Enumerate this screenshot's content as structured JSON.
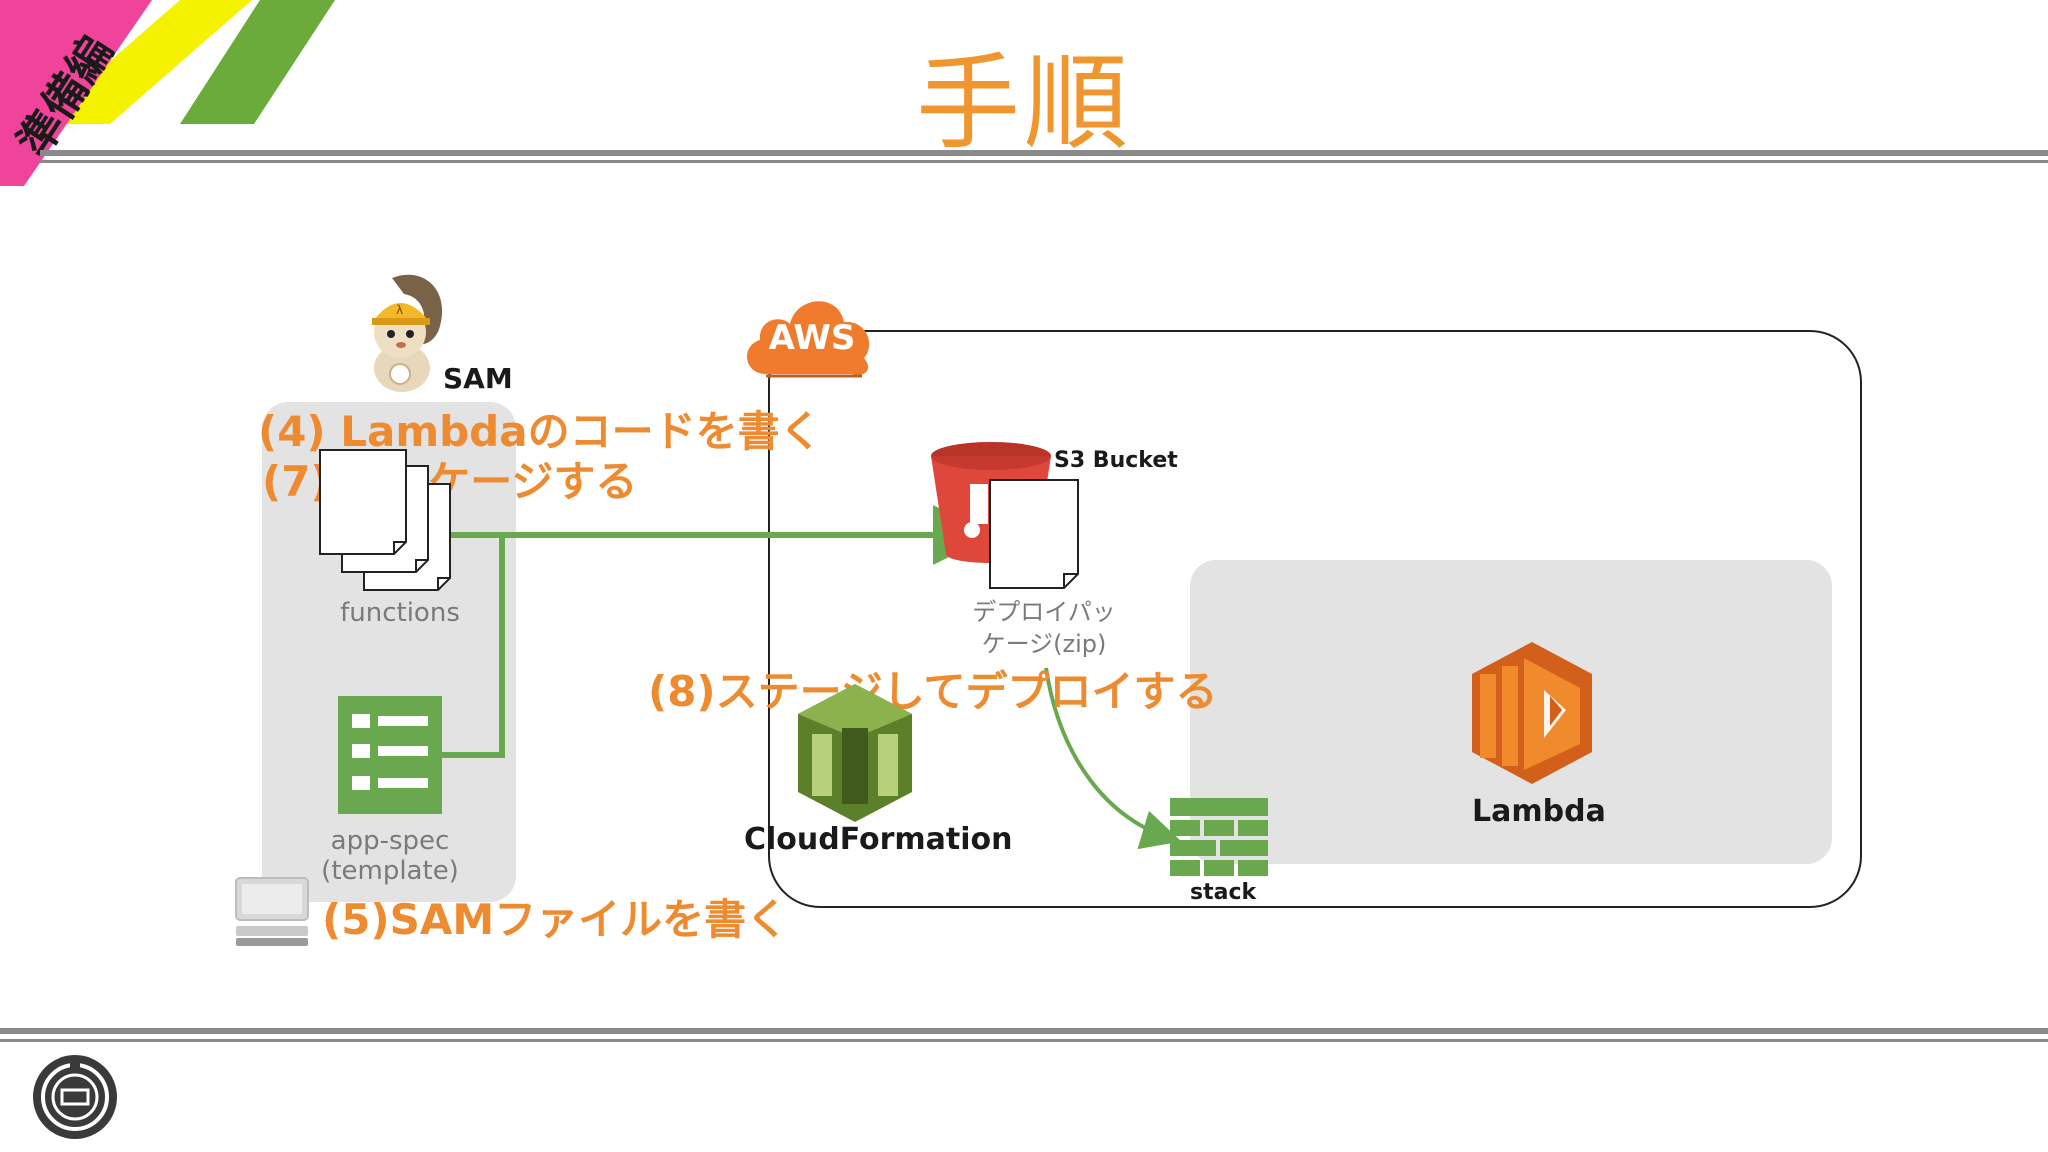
{
  "slide": {
    "title": "手順",
    "ribbon_text": "準備編",
    "colors": {
      "accent_orange": "#ee8a2f",
      "arrow_green": "#6aa84f",
      "rule_gray": "#8a8a8a",
      "panel_gray": "#e3e3e4"
    }
  },
  "sam": {
    "label": "SAM",
    "mascot_icon": "squirrel-mascot-icon"
  },
  "steps": {
    "step4": "(4) Lambdaのコードを書く",
    "step7": "(7) パッケージする",
    "step8": "(8)ステージしてデプロイする",
    "step5": "(5)SAMファイルを書く"
  },
  "local": {
    "functions_label": "functions",
    "appspec_line1": "app-spec",
    "appspec_line2": "(template)",
    "computer_icon": "desktop-computer-icon"
  },
  "aws": {
    "cloud_label": "AWS",
    "s3_label": "S3 Bucket",
    "deploy_package_line1": "デプロイパッ",
    "deploy_package_line2": "ケージ(zip)",
    "cloudformation_label": "CloudFormation",
    "stack_label": "stack",
    "lambda_label": "Lambda"
  }
}
